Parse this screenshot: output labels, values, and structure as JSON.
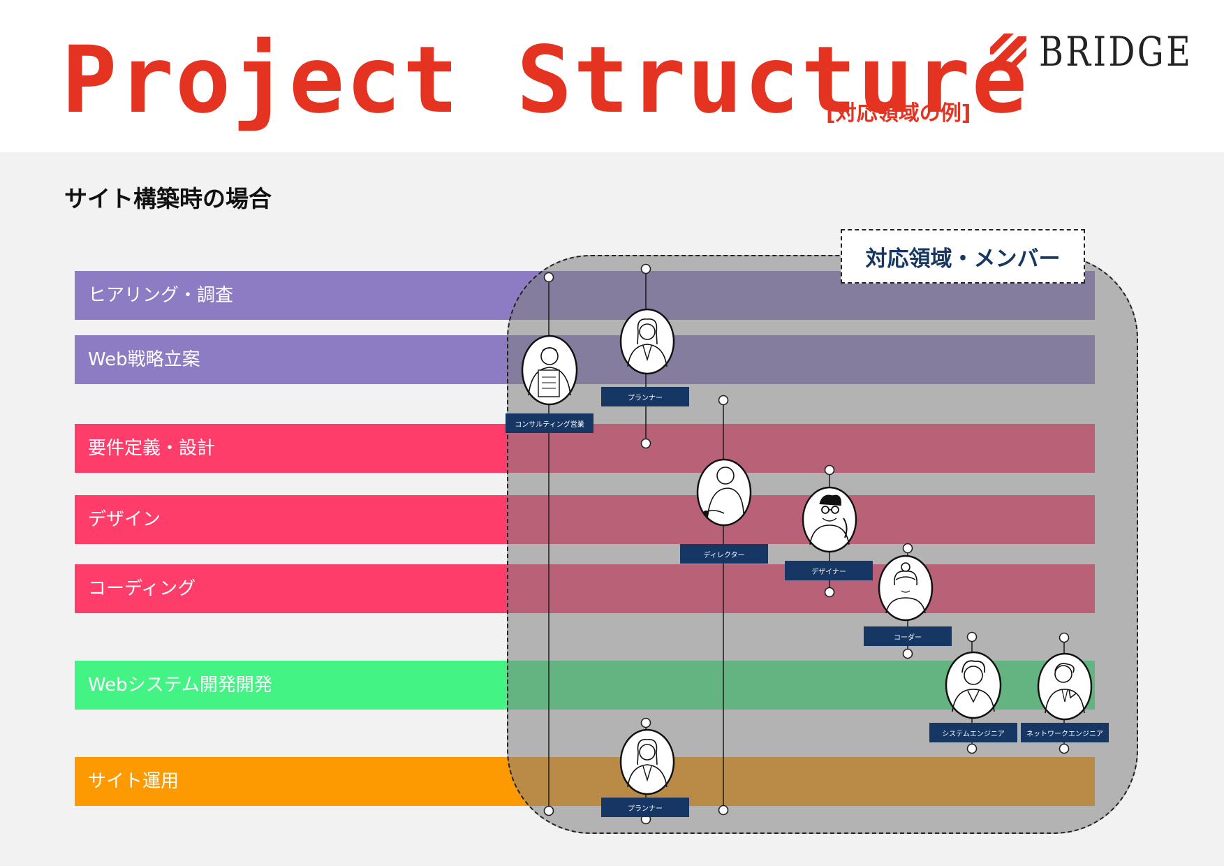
{
  "header": {
    "title": "Project Structure",
    "subtitle": "[対応領域の例]",
    "logo_text": "BRIDGE",
    "title_color": "#e53322"
  },
  "section_title": "サイト構築時の場合",
  "area_label": "対応領域・メンバー",
  "phases": [
    {
      "label": "ヒアリング・調査",
      "color": "#8d7bc4"
    },
    {
      "label": "Web戦略立案",
      "color": "#8d7bc4"
    },
    {
      "label": "要件定義・設計",
      "color": "#fe3d6b"
    },
    {
      "label": "デザイン",
      "color": "#fe3d6b"
    },
    {
      "label": "コーディング",
      "color": "#fe3d6b"
    },
    {
      "label": "Webシステム開発開発",
      "color": "#43f384"
    },
    {
      "label": "サイト運用",
      "color": "#fe9a01"
    }
  ],
  "members": [
    {
      "role": "コンサルティング営業",
      "icon": "consultant-icon"
    },
    {
      "role": "プランナー",
      "icon": "planner-icon"
    },
    {
      "role": "ディレクター",
      "icon": "director-icon"
    },
    {
      "role": "デザイナー",
      "icon": "designer-icon"
    },
    {
      "role": "コーダー",
      "icon": "coder-icon"
    },
    {
      "role": "システムエンジニア",
      "icon": "system-engineer-icon"
    },
    {
      "role": "ネットワークエンジニア",
      "icon": "network-engineer-icon"
    },
    {
      "role": "プランナー",
      "icon": "planner-icon"
    }
  ],
  "colors": {
    "role_badge": "#163663",
    "area_label_text": "#163663",
    "panel_background": "#f2f2f2"
  }
}
